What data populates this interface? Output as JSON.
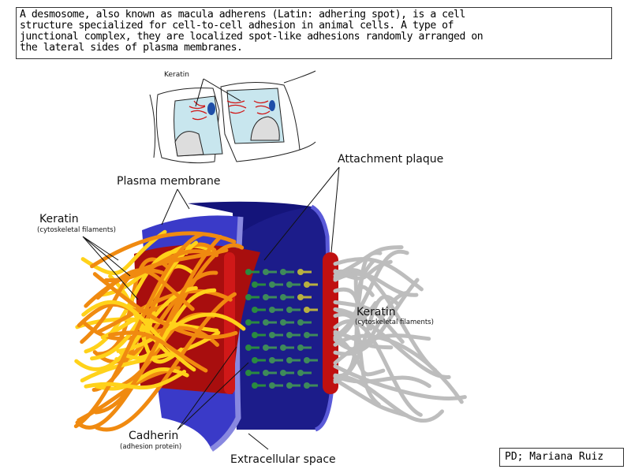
{
  "caption": {
    "lines": [
      "A desmosome, also known as macula adherens (Latin: adhering spot), is a cell",
      "structure specialized for cell-to-cell adhesion in animal cells. A type of",
      "junctional complex, they are localized spot-like adhesions randomly arranged on",
      "the lateral sides of plasma membranes."
    ]
  },
  "diagram": {
    "labels": {
      "inset_keratin": "Keratin",
      "attachment_plaque": "Attachment plaque",
      "plasma_membrane": "Plasma membrane",
      "keratin_left": "Keratin",
      "keratin_left_sub": "(cytoskeletal filaments)",
      "keratin_right": "Keratin",
      "keratin_right_sub": "(cytoskeletal filaments)",
      "cadherin": "Cadherin",
      "cadherin_sub": "(adhesion protein)",
      "extracellular_space": "Extracellular space"
    },
    "colors": {
      "membrane_back": "#14147a",
      "membrane_front": "#3a3ac8",
      "membrane_edge": "#8888e0",
      "plaque": "#c01010",
      "cadherin": "#2a8a40",
      "keratin_orange": "#f08a10",
      "keratin_yellow": "#ffd21a",
      "keratin_gray": "#bdbdbd"
    }
  },
  "credit": "PD; Mariana Ruiz"
}
